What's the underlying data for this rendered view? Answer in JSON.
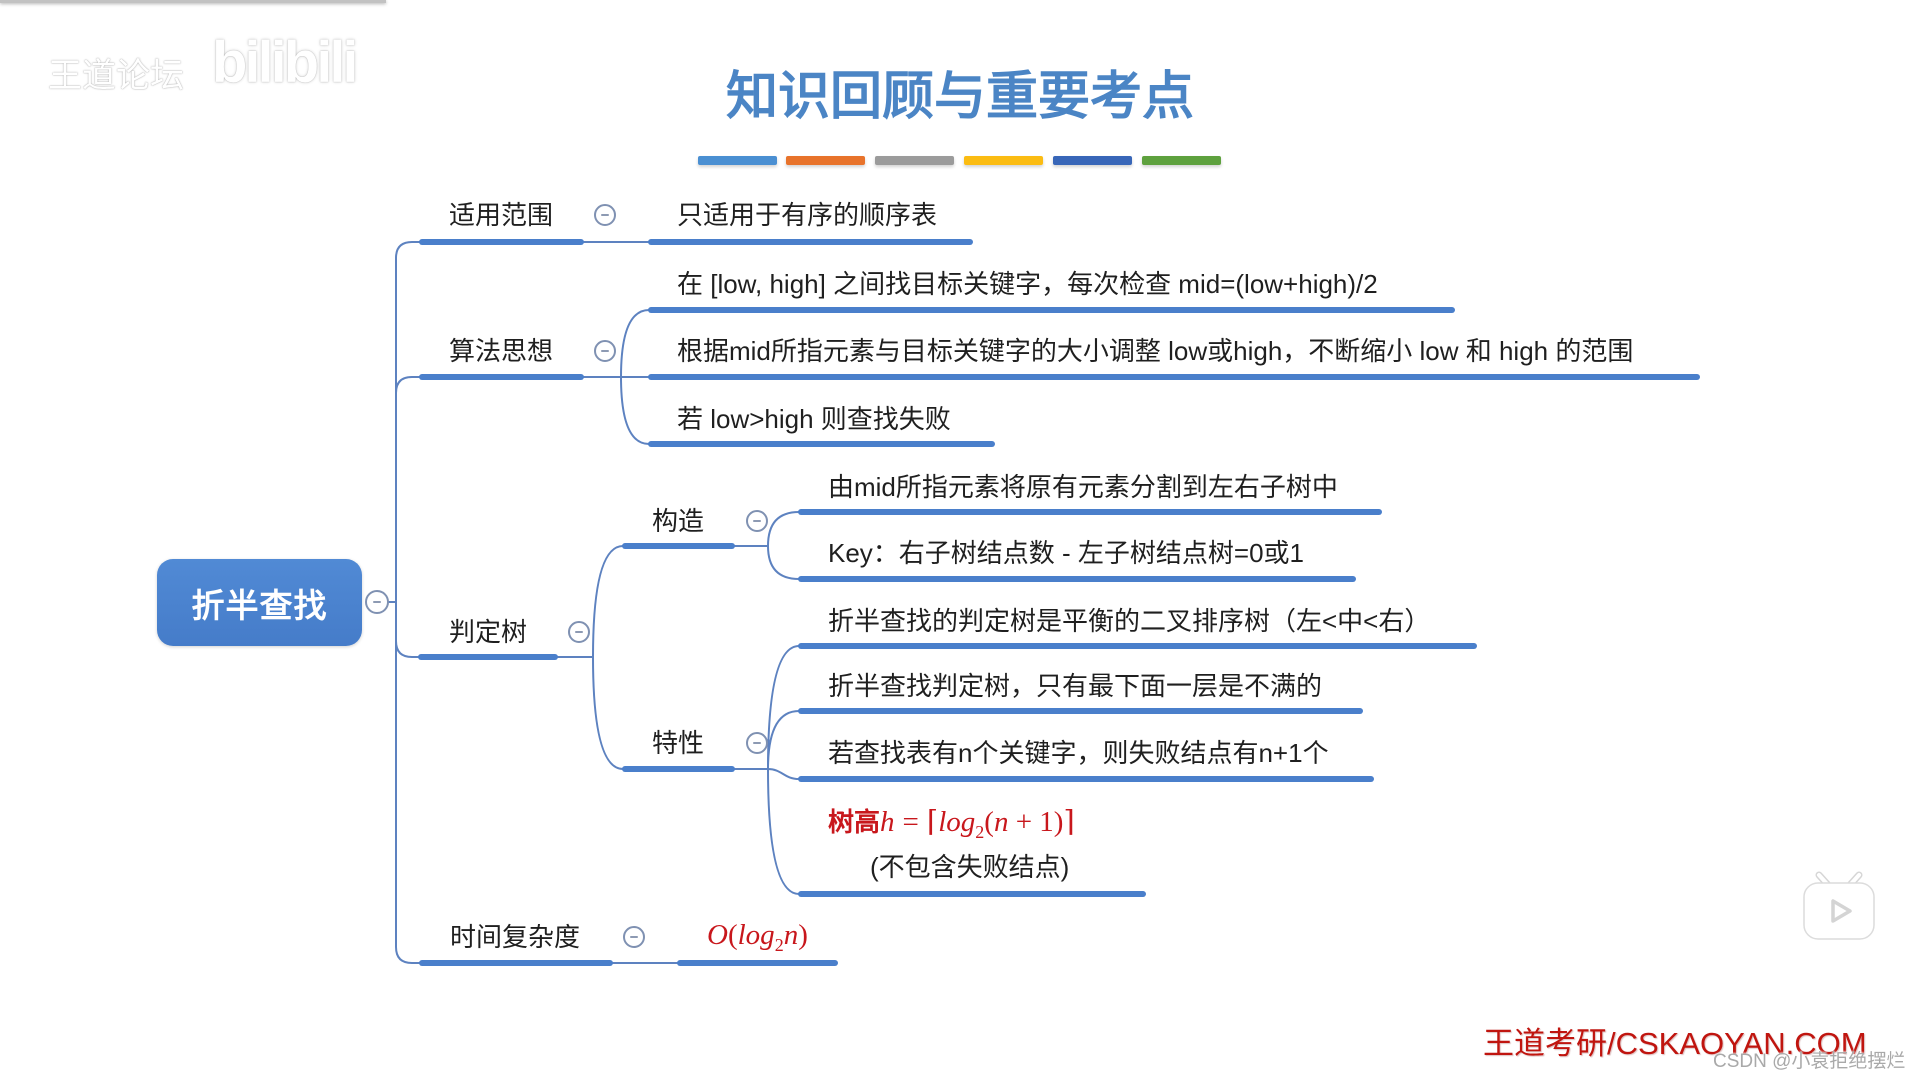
{
  "watermark": {
    "forum": "王道论坛",
    "bilibili": "bilibili"
  },
  "title": "知识回顾与重要考点",
  "colors": {
    "title": "#4b85c5",
    "root_bg": "#4a81cf",
    "connector": "#5d82c0",
    "underline": "#4a7fcb",
    "formula_red": "#c8171c",
    "brand_red": "#c0150f",
    "text": "#1f1f1f",
    "bars": [
      "#4a8fd2",
      "#e8732b",
      "#9b9b9b",
      "#fbbc12",
      "#3866b8",
      "#5ea13e"
    ]
  },
  "icons": {
    "collapse": "minus-circle",
    "player": "bilibili-tv-play"
  },
  "mindmap": {
    "root": {
      "label": "折半查找"
    },
    "branches": [
      {
        "label": "适用范围",
        "children": [
          {
            "label": "只适用于有序的顺序表"
          }
        ]
      },
      {
        "label": "算法思想",
        "children": [
          {
            "label": "在 [low, high] 之间找目标关键字，每次检查 mid=(low+high)/2"
          },
          {
            "label": "根据mid所指元素与目标关键字的大小调整 low或high，不断缩小 low 和 high 的范围"
          },
          {
            "label": "若 low>high 则查找失败"
          }
        ]
      },
      {
        "label": "判定树",
        "children": [
          {
            "label": "构造",
            "children": [
              {
                "label": "由mid所指元素将原有元素分割到左右子树中"
              },
              {
                "label": "Key：右子树结点数 - 左子树结点树=0或1"
              }
            ]
          },
          {
            "label": "特性",
            "children": [
              {
                "label": "折半查找的判定树是平衡的二叉排序树（左<中<右）"
              },
              {
                "label": "折半查找判定树，只有最下面一层是不满的"
              },
              {
                "label": "若查找表有n个关键字，则失败结点有n+1个"
              },
              {
                "formula": {
                  "label": "树高",
                  "var": "h",
                  "eq": "=",
                  "ceil_l": "⌈",
                  "func": "log",
                  "base": "2",
                  "paren_l": "(",
                  "arg_var": "n",
                  "arg_rest": " + 1)",
                  "ceil_r": "⌉"
                },
                "note": "(不包含失败结点)"
              }
            ]
          }
        ]
      },
      {
        "label": "时间复杂度",
        "children": [
          {
            "formula": {
              "big_o": "O",
              "paren_l": "(",
              "func": "log",
              "base": "2",
              "arg_var": "n",
              "paren_r": ")"
            }
          }
        ]
      }
    ]
  },
  "footer": {
    "brand": "王道考研/CSKAOYAN.COM",
    "credit": "CSDN @小袁拒绝摆烂"
  }
}
